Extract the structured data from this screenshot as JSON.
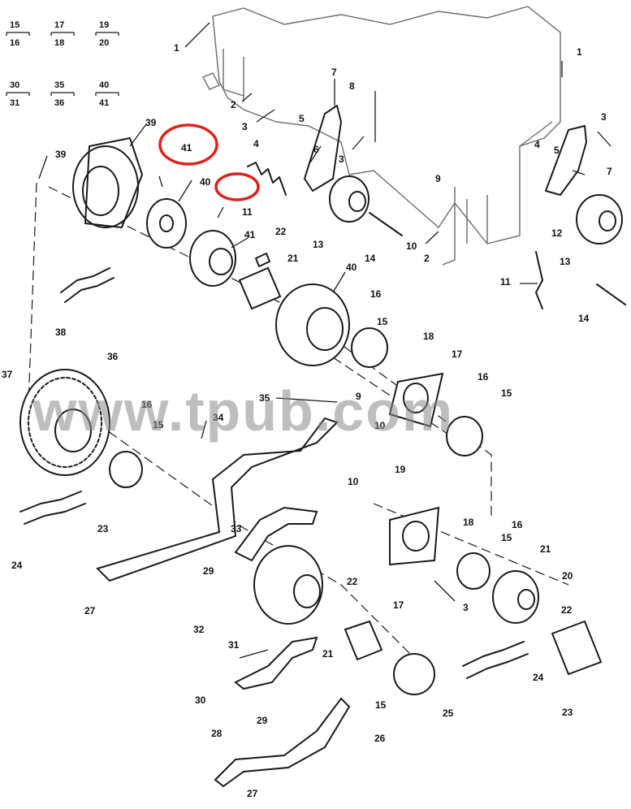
{
  "legend_keys": [
    {
      "top": "15",
      "bottom": "16"
    },
    {
      "top": "17",
      "bottom": "18"
    },
    {
      "top": "19",
      "bottom": "20"
    },
    {
      "top": "30",
      "bottom": "31"
    },
    {
      "top": "35",
      "bottom": "36"
    },
    {
      "top": "40",
      "bottom": "41"
    }
  ],
  "callouts": [
    "1",
    "1",
    "2",
    "2",
    "3",
    "3",
    "3",
    "3",
    "4",
    "4",
    "5",
    "5",
    "6",
    "7",
    "7",
    "8",
    "9",
    "9",
    "10",
    "10",
    "10",
    "11",
    "11",
    "12",
    "13",
    "13",
    "14",
    "14",
    "15",
    "15",
    "15",
    "15",
    "15",
    "16",
    "16",
    "16",
    "16",
    "17",
    "17",
    "18",
    "18",
    "19",
    "20",
    "21",
    "21",
    "21",
    "22",
    "22",
    "22",
    "23",
    "23",
    "24",
    "24",
    "25",
    "26",
    "27",
    "27",
    "28",
    "29",
    "29",
    "30",
    "31",
    "32",
    "33",
    "34",
    "35",
    "36",
    "37",
    "38",
    "39",
    "39",
    "40",
    "40",
    "41",
    "41"
  ],
  "highlighted_callouts": [
    "41",
    "41"
  ],
  "highlight_color": "#e0201b",
  "watermark": "www.tpub.com"
}
